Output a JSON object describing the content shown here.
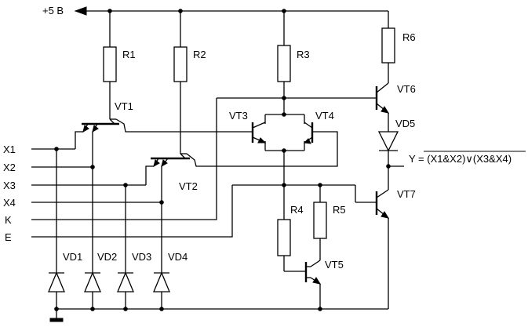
{
  "power": {
    "label": "+5 В"
  },
  "inputs": [
    "X1",
    "X2",
    "X3",
    "X4",
    "K",
    "E"
  ],
  "resistors": [
    "R1",
    "R2",
    "R3",
    "R4",
    "R5",
    "R6"
  ],
  "transistors": [
    "VT1",
    "VT2",
    "VT3",
    "VT4",
    "VT5",
    "VT6",
    "VT7"
  ],
  "diodes": [
    "VD1",
    "VD2",
    "VD3",
    "VD4",
    "VD5"
  ],
  "output": {
    "prefix": "Y = ",
    "expression": "(X1&X2)∨(X3&X4)"
  }
}
